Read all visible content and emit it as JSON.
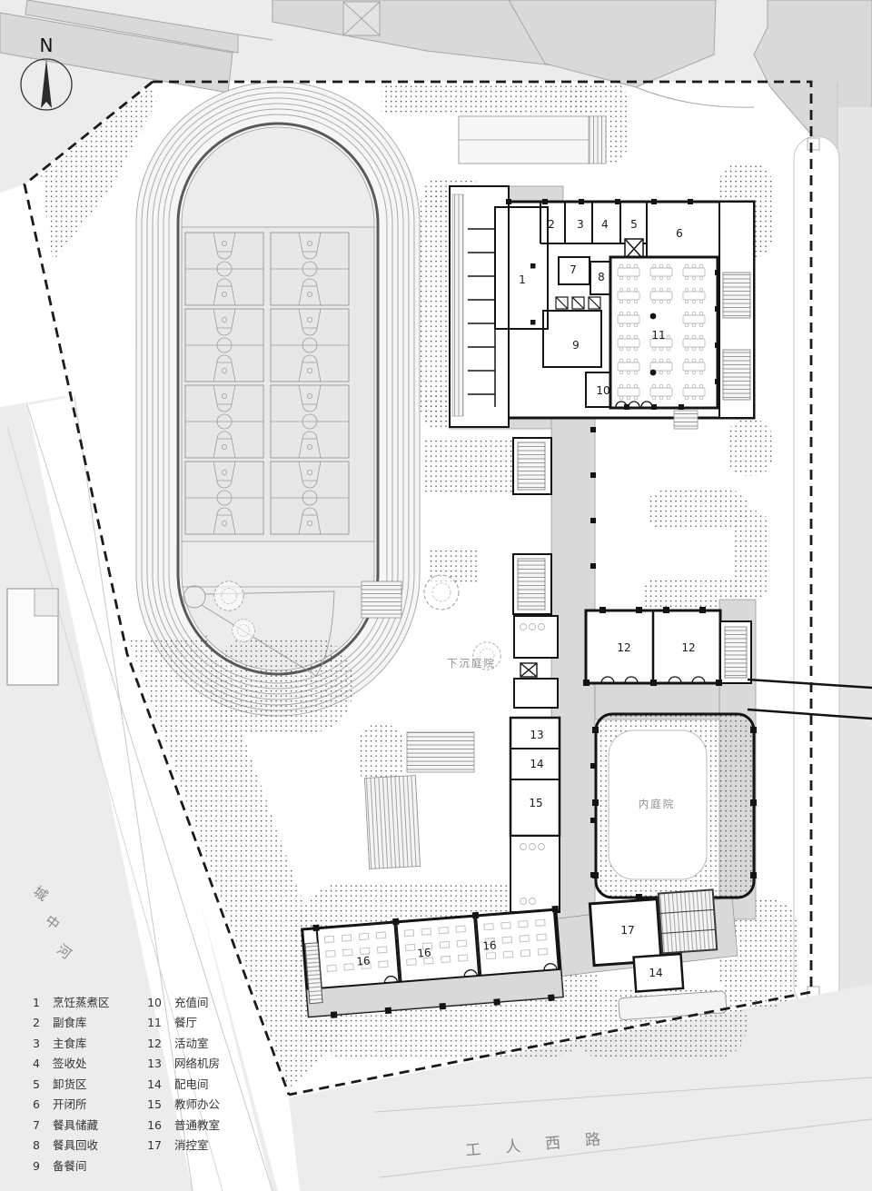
{
  "document": {
    "type": "architectural-site-plan",
    "description": "School ground-floor site plan with running track, basketball courts and labeled rooms"
  },
  "north_arrow": {
    "label": "N"
  },
  "legend": {
    "items": [
      {
        "num": "1",
        "label": "烹饪蒸煮区"
      },
      {
        "num": "2",
        "label": "副食库"
      },
      {
        "num": "3",
        "label": "主食库"
      },
      {
        "num": "4",
        "label": "签收处"
      },
      {
        "num": "5",
        "label": "卸货区"
      },
      {
        "num": "6",
        "label": "开闭所"
      },
      {
        "num": "7",
        "label": "餐具储藏"
      },
      {
        "num": "8",
        "label": "餐具回收"
      },
      {
        "num": "9",
        "label": "备餐间"
      },
      {
        "num": "10",
        "label": "充值间"
      },
      {
        "num": "11",
        "label": "餐厅"
      },
      {
        "num": "12",
        "label": "活动室"
      },
      {
        "num": "13",
        "label": "网络机房"
      },
      {
        "num": "14",
        "label": "配电间"
      },
      {
        "num": "15",
        "label": "教师办公"
      },
      {
        "num": "16",
        "label": "普通教室"
      },
      {
        "num": "17",
        "label": "消控室"
      }
    ]
  },
  "plan_markers": [
    {
      "text": "1"
    },
    {
      "text": "2"
    },
    {
      "text": "3"
    },
    {
      "text": "4"
    },
    {
      "text": "5"
    },
    {
      "text": "6"
    },
    {
      "text": "7"
    },
    {
      "text": "8"
    },
    {
      "text": "9"
    },
    {
      "text": "10"
    },
    {
      "text": "11"
    },
    {
      "text": "12"
    },
    {
      "text": "12"
    },
    {
      "text": "13"
    },
    {
      "text": "14"
    },
    {
      "text": "15"
    },
    {
      "text": "16"
    },
    {
      "text": "16"
    },
    {
      "text": "16"
    },
    {
      "text": "17"
    },
    {
      "text": "14"
    }
  ],
  "courtyard_labels": {
    "sunken": "下沉庭院",
    "inner": "内庭院"
  },
  "road_label": "工人西路",
  "river_label": "城中河",
  "river_chars": [
    "城",
    "中",
    "河"
  ],
  "colors": {
    "wall": "#141414",
    "corridor_fill": "#d9d9d9",
    "context_building": "#d9d9d9",
    "outside_ground": "#ececec",
    "boundary_dash": "#1a1a1a",
    "gray_label": "#8a8a8a",
    "infield": "#ececec"
  }
}
